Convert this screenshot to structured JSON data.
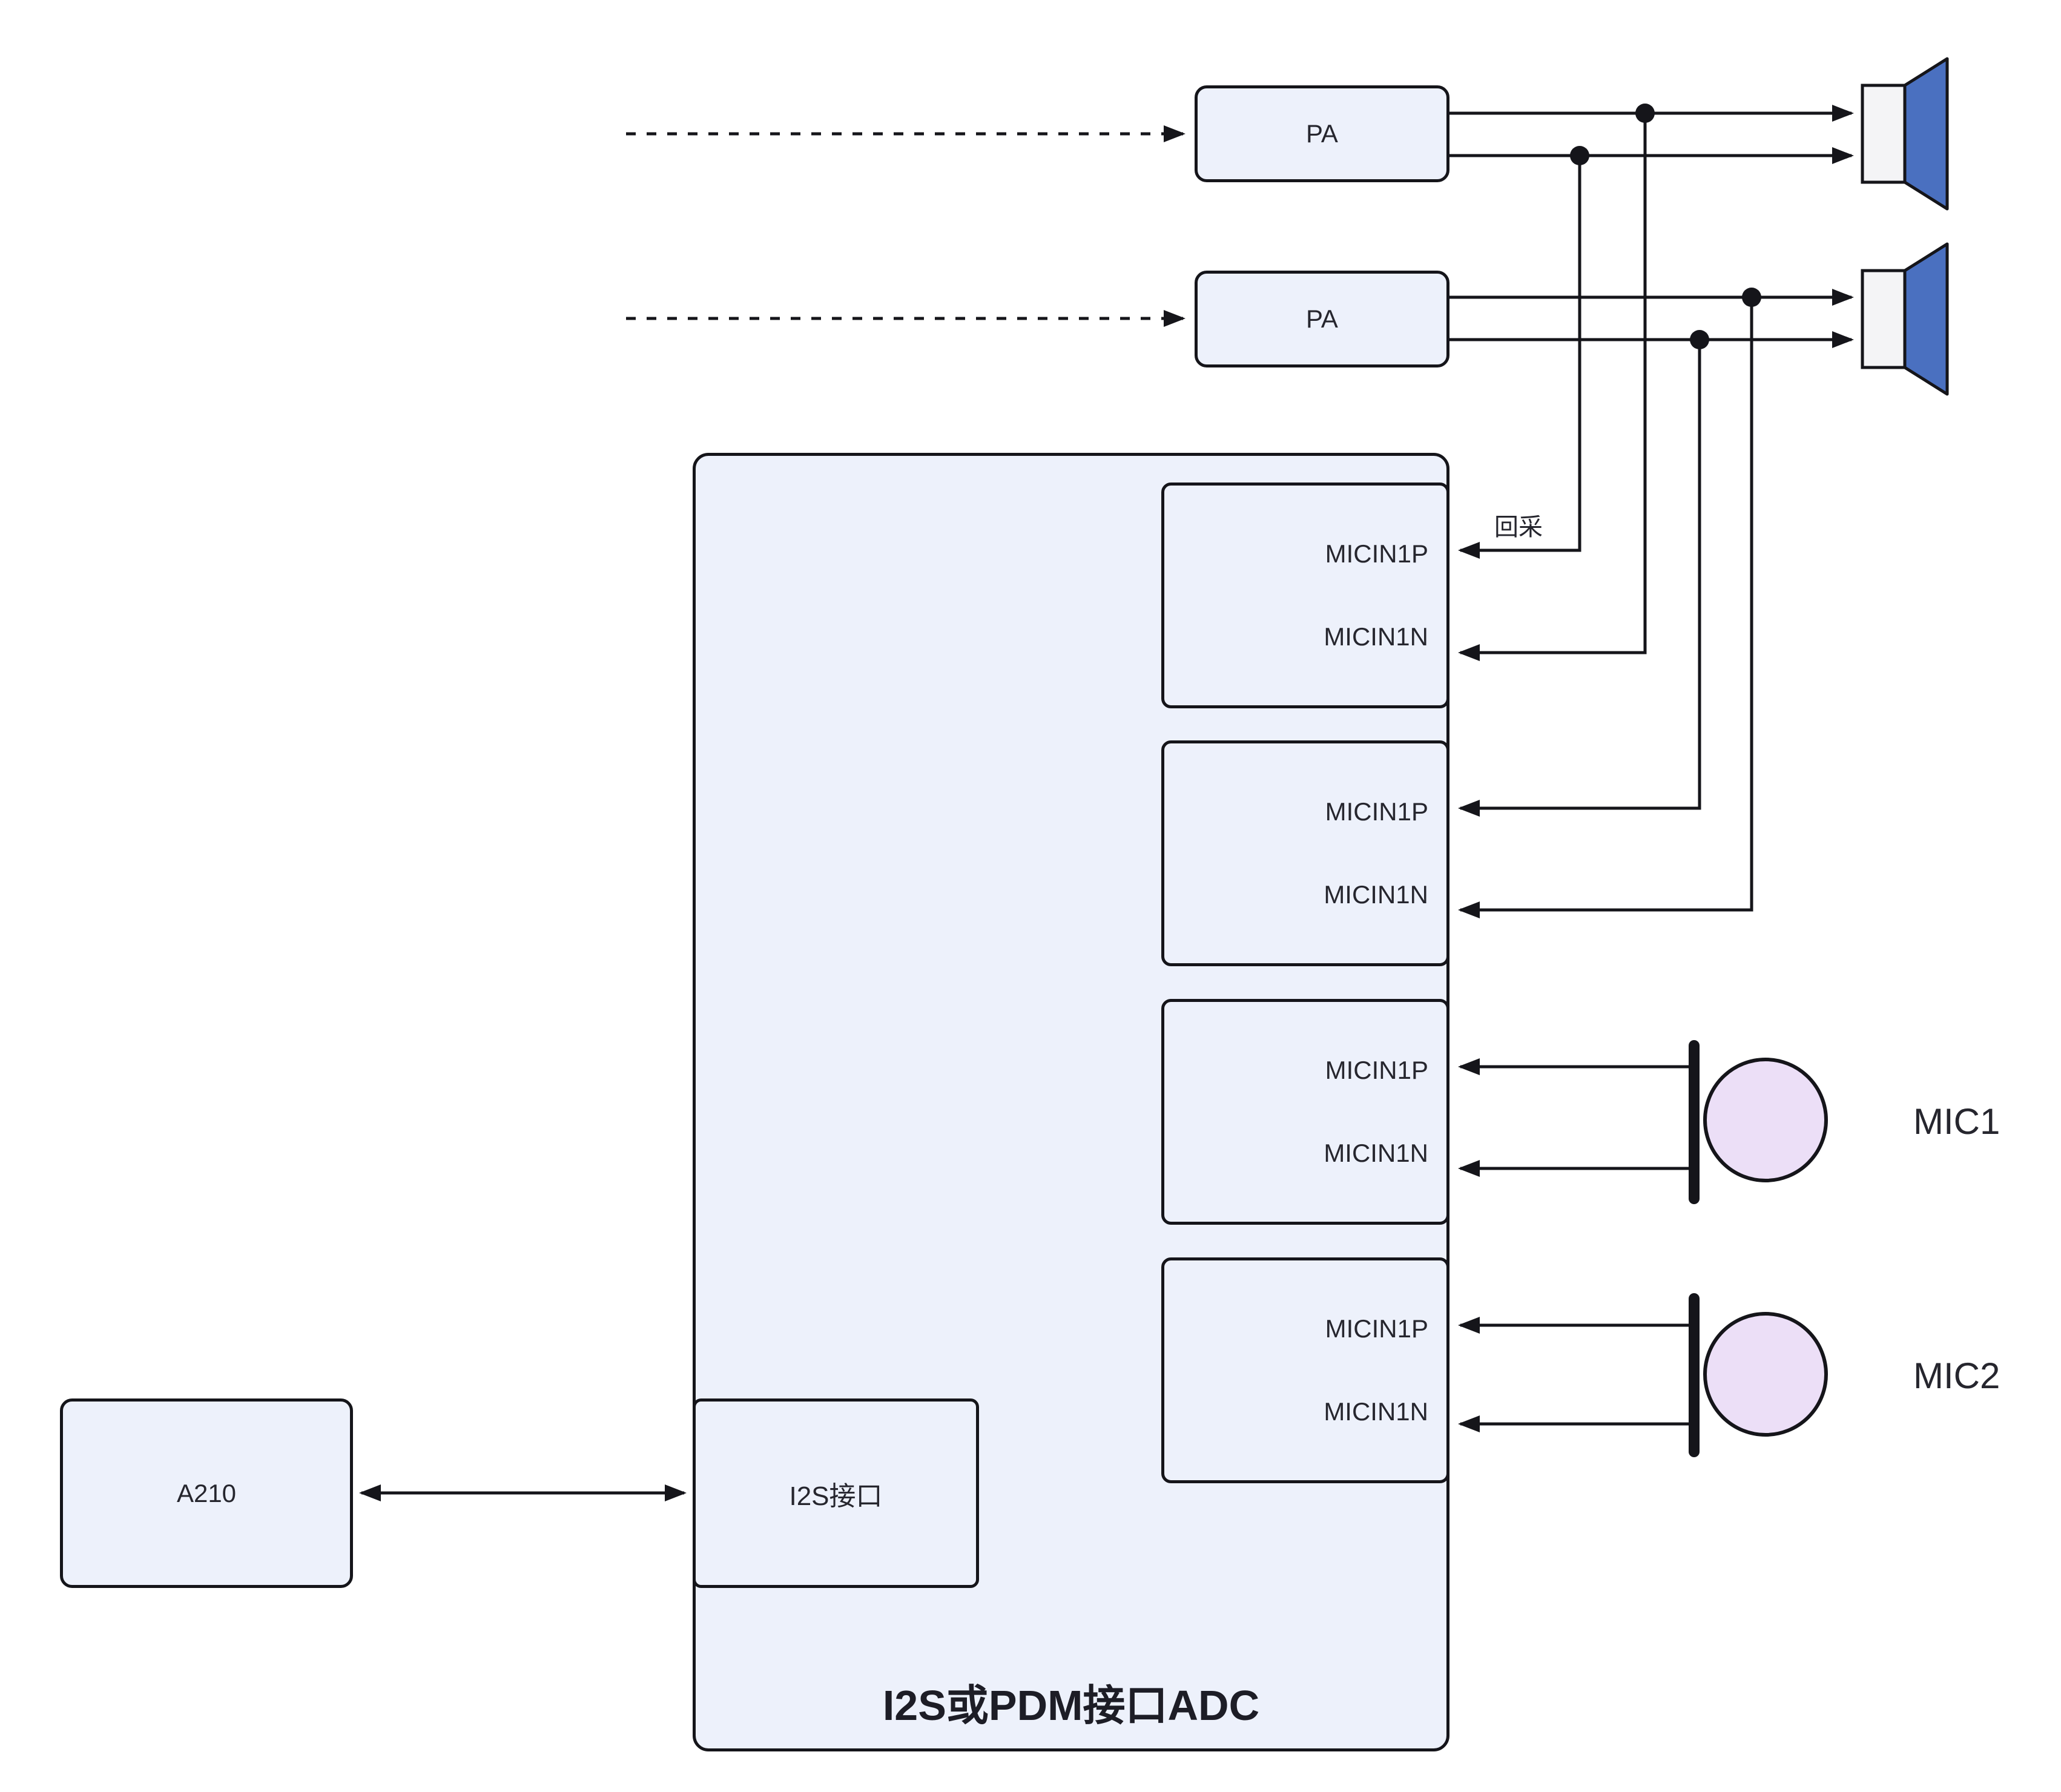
{
  "colors": {
    "box_fill": "#edf1fb",
    "box_border": "#15151a",
    "wire": "#15151a",
    "speaker_cone": "#4a70c0",
    "speaker_body": "#f4f4f6",
    "mic_fill": "#ecdff7",
    "text": "#26262e"
  },
  "blocks": {
    "a210_label": "A210",
    "i2s_interface_label": "I2S接口",
    "adc_title": "I2S或PDM接口ADC",
    "pa_top_label": "PA",
    "pa_bottom_label": "PA"
  },
  "micin_blocks": [
    {
      "pos": "MICIN1P",
      "neg": "MICIN1N"
    },
    {
      "pos": "MICIN1P",
      "neg": "MICIN1N"
    },
    {
      "pos": "MICIN1P",
      "neg": "MICIN1N"
    },
    {
      "pos": "MICIN1P",
      "neg": "MICIN1N"
    }
  ],
  "labels": {
    "loopback": "回采",
    "mic1": "MIC1",
    "mic2": "MIC2"
  },
  "icons": {
    "speaker_top": "speaker-icon",
    "speaker_bottom": "speaker-icon",
    "mic1": "microphone-icon",
    "mic2": "microphone-icon"
  }
}
